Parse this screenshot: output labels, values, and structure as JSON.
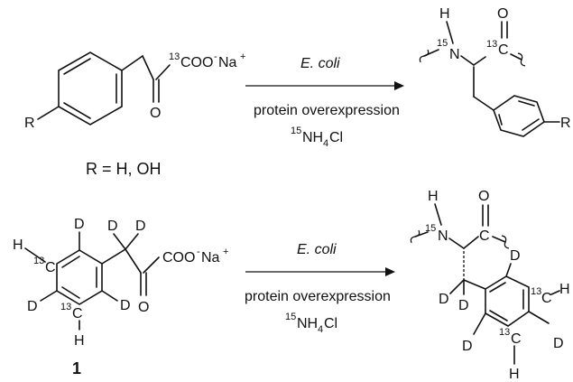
{
  "reactions": [
    {
      "arrow_top": "E. coli",
      "arrow_bottom_line1": "protein overexpression",
      "arrow_bottom_line2_prefix": "15",
      "arrow_bottom_line2": "NH",
      "arrow_bottom_line2_sub": "4",
      "arrow_bottom_line2_end": "Cl",
      "substituent_note": "R = H, OH"
    },
    {
      "arrow_top": "E. coli",
      "arrow_bottom_line1": "protein overexpression",
      "arrow_bottom_line2_prefix": "15",
      "arrow_bottom_line2": "NH",
      "arrow_bottom_line2_sub": "4",
      "arrow_bottom_line2_end": "Cl",
      "compound_label": "1"
    }
  ],
  "atoms": {
    "R": "R",
    "H": "H",
    "D": "D",
    "N": "N",
    "O": "O",
    "C": "C",
    "isotope_13": "13",
    "isotope_15": "15",
    "carboxylate": "COO",
    "minus": "-",
    "sodium": "Na",
    "plus": "+"
  }
}
